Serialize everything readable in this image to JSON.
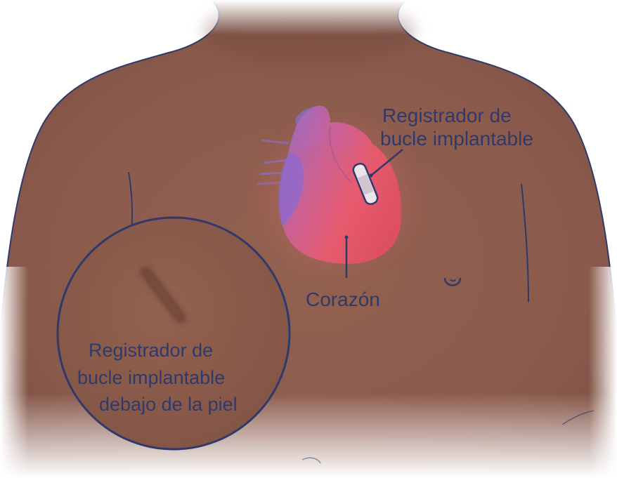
{
  "labels": {
    "device_line1": "Registrador de",
    "device_line2": "bucle implantable",
    "heart": "Corazón",
    "inset_line1": "Registrador de",
    "inset_line2": "bucle implantable",
    "inset_line3": "debajo de la piel"
  },
  "colors": {
    "skin": "#8a5a4c",
    "skin_shadow": "#6f473c",
    "outline": "#2f3a6b",
    "heart_red": "#e6536b",
    "heart_blue": "#7f6fc8",
    "label_text": "#2f3a6b",
    "background": "#ffffff"
  }
}
